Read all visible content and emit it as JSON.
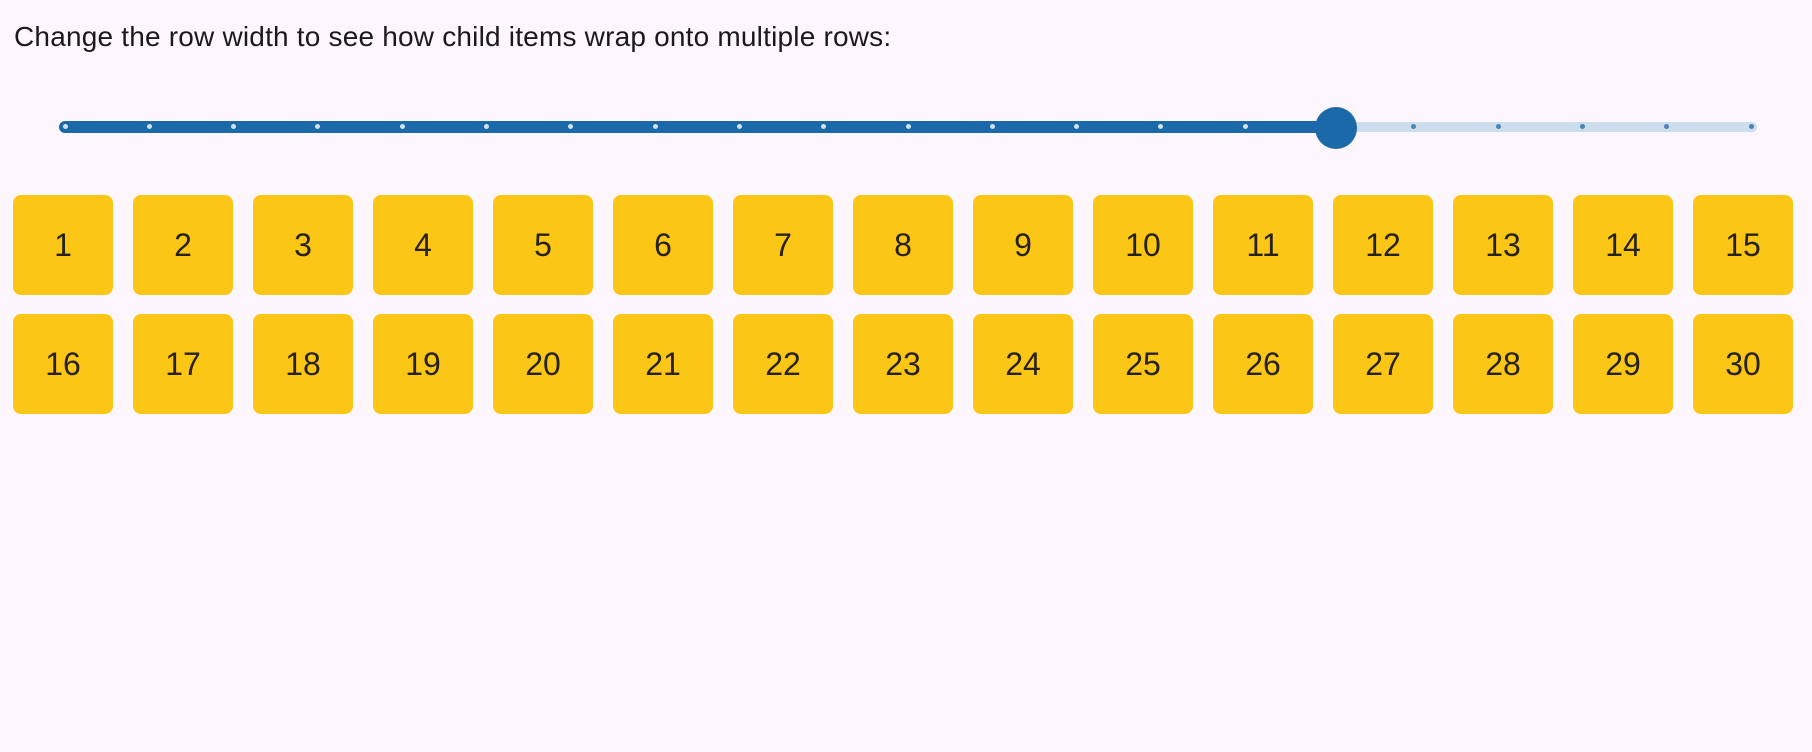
{
  "page": {
    "background_color": "#fdf6fd"
  },
  "header": {
    "instruction": "Change the row width to see how child items wrap onto multiple rows:"
  },
  "slider": {
    "fill_percent": 75.2,
    "tick_count": 21,
    "accent_color": "#1b69a8",
    "rail_color": "#ccdded",
    "filled_tick_color": "rgba(255,255,255,0.8)",
    "unfilled_tick_color": "#4d83b5"
  },
  "grid": {
    "item_color": "#fcc616",
    "item_text_color": "#262217",
    "item_labels": [
      "1",
      "2",
      "3",
      "4",
      "5",
      "6",
      "7",
      "8",
      "9",
      "10",
      "11",
      "12",
      "13",
      "14",
      "15",
      "16",
      "17",
      "18",
      "19",
      "20",
      "21",
      "22",
      "23",
      "24",
      "25",
      "26",
      "27",
      "28",
      "29",
      "30"
    ]
  }
}
